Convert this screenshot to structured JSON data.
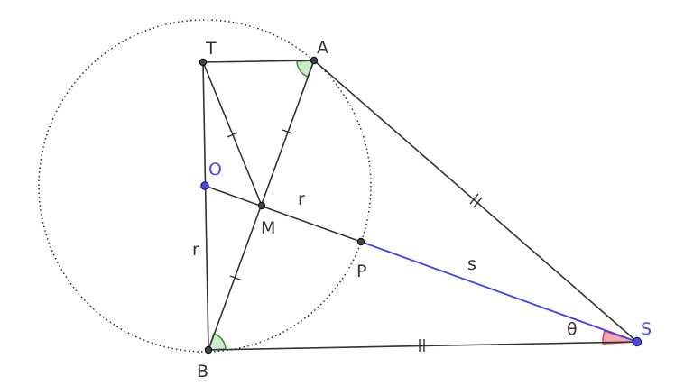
{
  "labels": {
    "T": "T",
    "A": "A",
    "O": "O",
    "M": "M",
    "P": "P",
    "B": "B",
    "S": "S",
    "r_upper": "r",
    "r_left": "r",
    "s": "s",
    "theta": "θ"
  },
  "colors": {
    "blue_segment": "#4040ee",
    "angle_green": "#2e8b2e",
    "angle_red": "#d84060"
  }
}
